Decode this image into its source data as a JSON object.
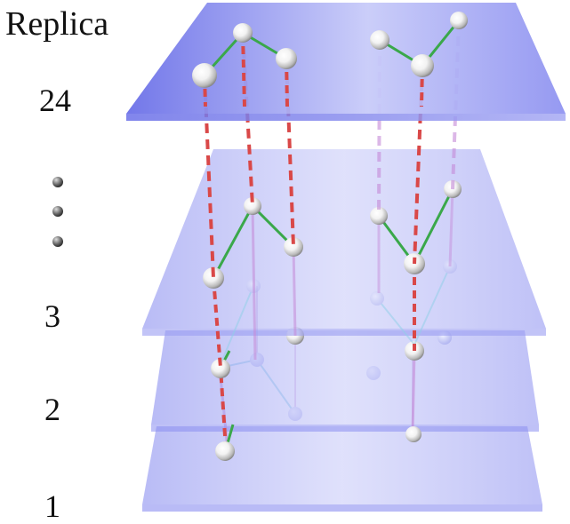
{
  "header": {
    "title": "Replica"
  },
  "replica_labels": {
    "top": "24",
    "third": "3",
    "second": "2",
    "first": "1"
  },
  "colors": {
    "plane": "#8a8ef0",
    "bond": "#3aa84a",
    "exchange": "#d94848",
    "vertical_link": "#c58ad8"
  }
}
